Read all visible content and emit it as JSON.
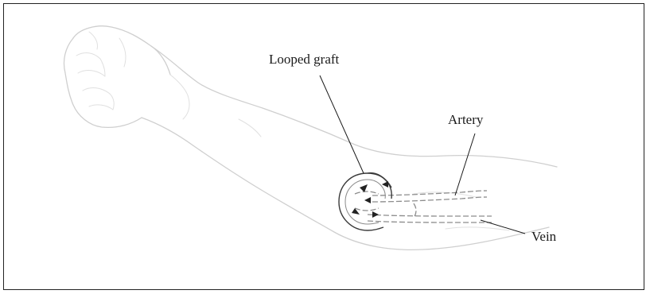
{
  "figure": {
    "labels": {
      "graft": "Looped graft",
      "artery": "Artery",
      "vein": "Vein"
    },
    "icons": [
      "fist-illustration",
      "forearm-illustration",
      "flow-arrow-icon"
    ],
    "colors": {
      "border": "#222222",
      "arm_outline": "#cfcfcf",
      "vessel": "#8c8c8c",
      "graft": "#3a3a3a",
      "text": "#1a1a1a"
    }
  }
}
